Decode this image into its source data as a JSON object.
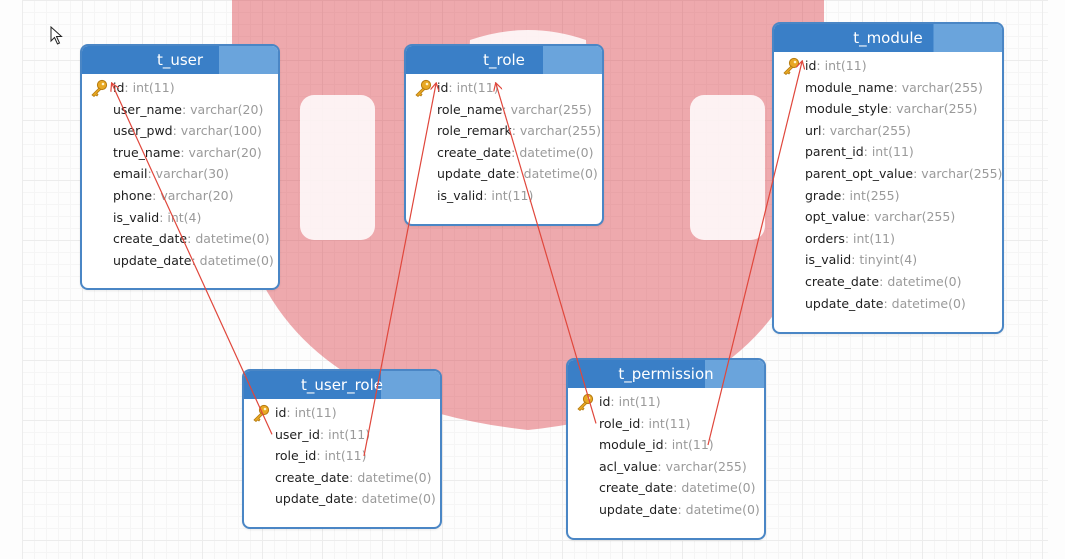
{
  "canvas": {
    "background": "#fdfdfd",
    "grid_color": "#ececec",
    "watermark_color": "#d9343f"
  },
  "colors": {
    "header": "#3a7fc7",
    "border": "#4a86c5",
    "link": "#e0473c",
    "key_icon": "#e8a823"
  },
  "tables": [
    {
      "id": "t_user",
      "name": "t_user",
      "fields": [
        {
          "name": "id",
          "type": "int(11)",
          "pk": true
        },
        {
          "name": "user_name",
          "type": "varchar(20)"
        },
        {
          "name": "user_pwd",
          "type": "varchar(100)"
        },
        {
          "name": "true_name",
          "type": "varchar(20)"
        },
        {
          "name": "email",
          "type": "varchar(30)"
        },
        {
          "name": "phone",
          "type": "varchar(20)"
        },
        {
          "name": "is_valid",
          "type": "int(4)"
        },
        {
          "name": "create_date",
          "type": "datetime(0)"
        },
        {
          "name": "update_date",
          "type": "datetime(0)"
        }
      ]
    },
    {
      "id": "t_role",
      "name": "t_role",
      "fields": [
        {
          "name": "id",
          "type": "int(11)",
          "pk": true
        },
        {
          "name": "role_name",
          "type": "varchar(255)"
        },
        {
          "name": "role_remark",
          "type": "varchar(255)"
        },
        {
          "name": "create_date",
          "type": "datetime(0)"
        },
        {
          "name": "update_date",
          "type": "datetime(0)"
        },
        {
          "name": "is_valid",
          "type": "int(11)"
        }
      ]
    },
    {
      "id": "t_module",
      "name": "t_module",
      "fields": [
        {
          "name": "id",
          "type": "int(11)",
          "pk": true
        },
        {
          "name": "module_name",
          "type": "varchar(255)"
        },
        {
          "name": "module_style",
          "type": "varchar(255)"
        },
        {
          "name": "url",
          "type": "varchar(255)"
        },
        {
          "name": "parent_id",
          "type": "int(11)"
        },
        {
          "name": "parent_opt_value",
          "type": "varchar(255)"
        },
        {
          "name": "grade",
          "type": "int(255)"
        },
        {
          "name": "opt_value",
          "type": "varchar(255)"
        },
        {
          "name": "orders",
          "type": "int(11)"
        },
        {
          "name": "is_valid",
          "type": "tinyint(4)"
        },
        {
          "name": "create_date",
          "type": "datetime(0)"
        },
        {
          "name": "update_date",
          "type": "datetime(0)"
        }
      ]
    },
    {
      "id": "t_user_role",
      "name": "t_user_role",
      "fields": [
        {
          "name": "id",
          "type": "int(11)",
          "pk": true
        },
        {
          "name": "user_id",
          "type": "int(11)"
        },
        {
          "name": "role_id",
          "type": "int(11)"
        },
        {
          "name": "create_date",
          "type": "datetime(0)"
        },
        {
          "name": "update_date",
          "type": "datetime(0)"
        }
      ]
    },
    {
      "id": "t_permission",
      "name": "t_permission",
      "fields": [
        {
          "name": "id",
          "type": "int(11)",
          "pk": true
        },
        {
          "name": "role_id",
          "type": "int(11)"
        },
        {
          "name": "module_id",
          "type": "int(11)"
        },
        {
          "name": "acl_value",
          "type": "varchar(255)"
        },
        {
          "name": "create_date",
          "type": "datetime(0)"
        },
        {
          "name": "update_date",
          "type": "datetime(0)"
        }
      ]
    }
  ],
  "relations": [
    {
      "from_table": "t_user_role",
      "from_field": "user_id",
      "to_table": "t_user",
      "to_field": "id"
    },
    {
      "from_table": "t_user_role",
      "from_field": "role_id",
      "to_table": "t_role",
      "to_field": "id"
    },
    {
      "from_table": "t_permission",
      "from_field": "role_id",
      "to_table": "t_role",
      "to_field": "id"
    },
    {
      "from_table": "t_permission",
      "from_field": "module_id",
      "to_table": "t_module",
      "to_field": "id"
    }
  ]
}
